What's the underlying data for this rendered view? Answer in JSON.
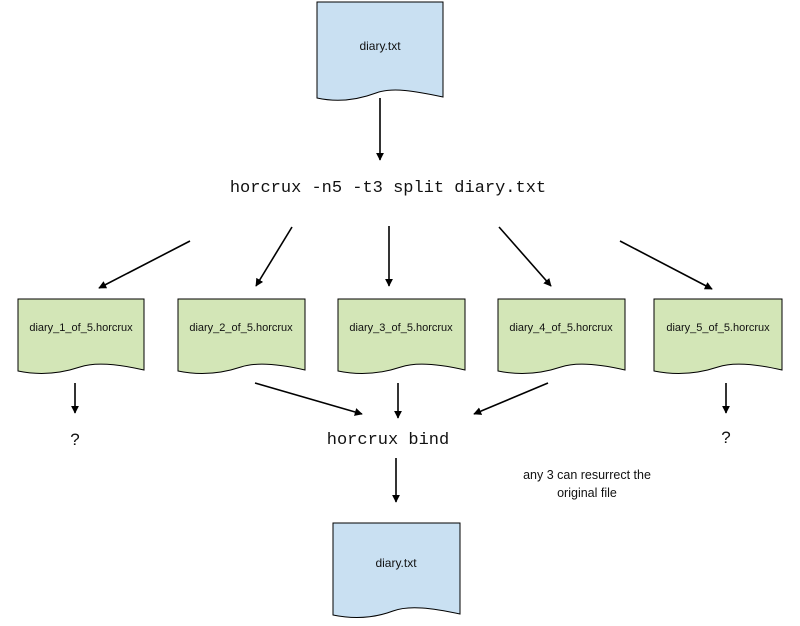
{
  "colors": {
    "input_file_fill": "#c9e0f2",
    "shard_fill": "#d3e6b7",
    "outline": "#000000",
    "text": "#111111"
  },
  "input_file": {
    "name": "diary.txt"
  },
  "split_command": "horcrux -n5 -t3 split diary.txt",
  "shards": [
    {
      "name": "diary_1_of_5.horcrux"
    },
    {
      "name": "diary_2_of_5.horcrux"
    },
    {
      "name": "diary_3_of_5.horcrux"
    },
    {
      "name": "diary_4_of_5.horcrux"
    },
    {
      "name": "diary_5_of_5.horcrux"
    }
  ],
  "unknown_marker": "?",
  "bind_command": "horcrux bind",
  "note": {
    "line1": "any 3 can resurrect the",
    "line2": "original file"
  },
  "output_file": {
    "name": "diary.txt"
  }
}
